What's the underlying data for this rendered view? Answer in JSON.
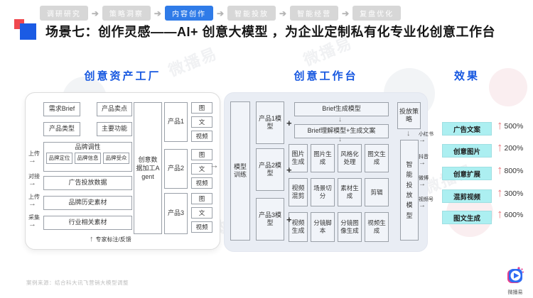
{
  "nav": {
    "steps": [
      {
        "label": "调研研究",
        "active": false
      },
      {
        "label": "策略洞察",
        "active": false
      },
      {
        "label": "内容创作",
        "active": true
      },
      {
        "label": "智能投放",
        "active": false
      },
      {
        "label": "智能经营",
        "active": false
      },
      {
        "label": "复盘优化",
        "active": false
      }
    ]
  },
  "page_title": "场景七：创作灵感——AI+ 创意大模型 ，为企业定制私有化专业化创意工作台",
  "section_titles": {
    "factory": "创意资产工厂",
    "workbench": "创意工作台",
    "effect": "效果"
  },
  "glyphs": {
    "nav_arrow": "➔",
    "right_arrow": "→",
    "down_arrow": "↓",
    "up_arrow": "↑",
    "plus": "+"
  },
  "factory": {
    "side_labels": [
      "上传",
      "对接",
      "上传",
      "采集"
    ],
    "inputs_row1": [
      "需求Brief",
      "产品卖点"
    ],
    "inputs_row2": [
      "产品类型",
      "主要功能"
    ],
    "brand": {
      "title": "品牌调性",
      "items": [
        "品牌定位",
        "品牌信息",
        "品牌受众"
      ]
    },
    "wide_boxes": [
      "广告投放数据",
      "品牌历史素材",
      "行业相关素材"
    ],
    "agent_label": "创意数据加工Agent",
    "products": [
      {
        "name": "产品1",
        "outputs": [
          "图",
          "文",
          "视频"
        ]
      },
      {
        "name": "产品2",
        "outputs": [
          "图",
          "文",
          "视频"
        ]
      },
      {
        "name": "产品3",
        "outputs": [
          "图",
          "文",
          "视频"
        ]
      }
    ],
    "feedback_label": "专家标注/反馈"
  },
  "workbench": {
    "train_label": "模型训练",
    "models": [
      "产品1模型",
      "产品2模型",
      "产品3模型"
    ],
    "brief_boxes": [
      "Brief生成模型",
      "Brief理解模型+生成文案"
    ],
    "rows": [
      {
        "label": "图片生成",
        "items": [
          "图片生成",
          "风格化处理",
          "图文生成"
        ]
      },
      {
        "label": "视频混剪",
        "items": [
          "场景切分",
          "素材生成",
          "剪辑"
        ]
      },
      {
        "label": "视频生成",
        "items": [
          "分镜脚本",
          "分镜图像生成",
          "视频生成"
        ]
      }
    ],
    "strategy_label": "投放策略",
    "smart_model_label": "智能投放模型",
    "platforms": [
      "小红书",
      "抖音",
      "微博",
      "视频号"
    ]
  },
  "effects": [
    {
      "label": "广告文案",
      "value": "500%"
    },
    {
      "label": "创意图片",
      "value": "200%"
    },
    {
      "label": "创意扩展",
      "value": "800%"
    },
    {
      "label": "混剪视频",
      "value": "300%"
    },
    {
      "label": "图文生成",
      "value": "600%"
    }
  ],
  "footer": {
    "source": "案例来源：结合科大讯飞营销大模型调整",
    "brand": "微播易"
  },
  "colors": {
    "accent_blue": "#1B5BE4",
    "nav_active": "#2F7BE8",
    "effect_cyan": "#ACEFF1",
    "up_arrow_red": "#E97B80"
  }
}
